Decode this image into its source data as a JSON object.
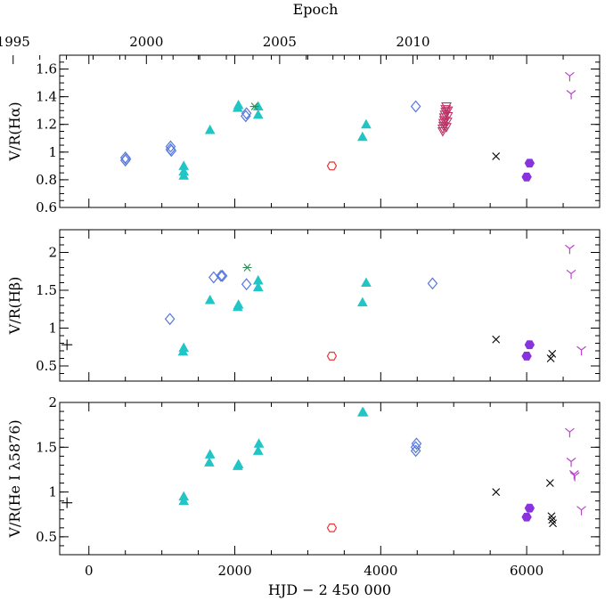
{
  "chart_data": {
    "type": "scatter",
    "top_axis": {
      "label": "Epoch",
      "ticks": [
        1995,
        2000,
        2005,
        2010
      ]
    },
    "x_axis": {
      "label": "HJD  −  2 450 000",
      "ticks": [
        0,
        2000,
        4000,
        6000
      ],
      "range": [
        -400,
        7000
      ]
    },
    "panels": [
      {
        "ylabel": "V/R(Hα)",
        "ylim": [
          0.6,
          1.7
        ],
        "yticks": [
          "0.6",
          "0.8",
          "1",
          "1.2",
          "1.4",
          "1.6"
        ],
        "series": [
          {
            "marker": "diamond",
            "color": "#5577dd",
            "points": [
              [
                500,
                0.94
              ],
              [
                500,
                0.96
              ],
              [
                510,
                0.95
              ],
              [
                1120,
                1.02
              ],
              [
                1120,
                1.04
              ],
              [
                1130,
                1.01
              ],
              [
                2150,
                1.26
              ],
              [
                2160,
                1.28
              ],
              [
                4480,
                1.33
              ]
            ]
          },
          {
            "marker": "triangle",
            "color": "#22c5c5",
            "points": [
              [
                1300,
                0.83
              ],
              [
                1300,
                0.86
              ],
              [
                1300,
                0.9
              ],
              [
                1660,
                1.16
              ],
              [
                2040,
                1.32
              ],
              [
                2050,
                1.34
              ],
              [
                2320,
                1.27
              ],
              [
                2320,
                1.33
              ],
              [
                3750,
                1.11
              ],
              [
                3800,
                1.2
              ]
            ]
          },
          {
            "marker": "asterisk",
            "color": "#2e8b57",
            "points": [
              [
                2270,
                1.33
              ]
            ]
          },
          {
            "marker": "hexagon-open",
            "color": "#ee3333",
            "points": [
              [
                3330,
                0.9
              ]
            ]
          },
          {
            "marker": "triangle-down-open",
            "color": "#bb3366",
            "points": [
              [
                4850,
                1.15
              ],
              [
                4850,
                1.17
              ],
              [
                4860,
                1.19
              ],
              [
                4860,
                1.21
              ],
              [
                4870,
                1.23
              ],
              [
                4870,
                1.25
              ],
              [
                4880,
                1.27
              ],
              [
                4890,
                1.29
              ],
              [
                4890,
                1.31
              ],
              [
                4900,
                1.33
              ],
              [
                4900,
                1.18
              ],
              [
                4910,
                1.22
              ],
              [
                4920,
                1.26
              ],
              [
                4920,
                1.3
              ]
            ]
          },
          {
            "marker": "cross",
            "color": "#000000",
            "points": [
              [
                5580,
                0.97
              ]
            ]
          },
          {
            "marker": "hexagon",
            "color": "#8833dd",
            "points": [
              [
                6000,
                0.82
              ],
              [
                6040,
                0.92
              ]
            ]
          },
          {
            "marker": "tripod",
            "color": "#bb44cc",
            "points": [
              [
                6590,
                1.55
              ],
              [
                6610,
                1.42
              ]
            ]
          }
        ]
      },
      {
        "ylabel": "V/R(Hβ)",
        "ylim": [
          0.3,
          2.3
        ],
        "yticks": [
          "0.5",
          "1",
          "1.5",
          "2"
        ],
        "series": [
          {
            "marker": "plus",
            "color": "#000000",
            "points": [
              [
                -300,
                0.78
              ]
            ]
          },
          {
            "marker": "diamond",
            "color": "#5577dd",
            "points": [
              [
                1110,
                1.12
              ],
              [
                1710,
                1.67
              ],
              [
                1810,
                1.69
              ],
              [
                1830,
                1.69
              ],
              [
                2160,
                1.58
              ],
              [
                4710,
                1.59
              ]
            ]
          },
          {
            "marker": "triangle",
            "color": "#22c5c5",
            "points": [
              [
                1290,
                0.69
              ],
              [
                1300,
                0.74
              ],
              [
                1660,
                1.37
              ],
              [
                2040,
                1.28
              ],
              [
                2050,
                1.31
              ],
              [
                2320,
                1.54
              ],
              [
                2320,
                1.63
              ],
              [
                3750,
                1.34
              ],
              [
                3800,
                1.6
              ]
            ]
          },
          {
            "marker": "asterisk",
            "color": "#2e8b57",
            "points": [
              [
                2170,
                1.8
              ]
            ]
          },
          {
            "marker": "hexagon-open",
            "color": "#ee3333",
            "points": [
              [
                3330,
                0.63
              ]
            ]
          },
          {
            "marker": "cross",
            "color": "#000000",
            "points": [
              [
                5580,
                0.85
              ],
              [
                6330,
                0.6
              ],
              [
                6350,
                0.66
              ]
            ]
          },
          {
            "marker": "hexagon",
            "color": "#8833dd",
            "points": [
              [
                6000,
                0.63
              ],
              [
                6040,
                0.78
              ]
            ]
          },
          {
            "marker": "tripod",
            "color": "#bb44cc",
            "points": [
              [
                6590,
                2.05
              ],
              [
                6610,
                1.72
              ],
              [
                6750,
                0.71
              ]
            ]
          }
        ]
      },
      {
        "ylabel": "V/R(He I  λ5876)",
        "ylim": [
          0.3,
          2.0
        ],
        "yticks": [
          "0.5",
          "1",
          "1.5",
          "2"
        ],
        "series": [
          {
            "marker": "plus",
            "color": "#000000",
            "points": [
              [
                -300,
                0.88
              ]
            ]
          },
          {
            "marker": "diamond",
            "color": "#5577dd",
            "points": [
              [
                4480,
                1.46
              ],
              [
                4480,
                1.5
              ],
              [
                4490,
                1.54
              ]
            ]
          },
          {
            "marker": "triangle",
            "color": "#22c5c5",
            "points": [
              [
                1300,
                0.9
              ],
              [
                1300,
                0.95
              ],
              [
                1650,
                1.33
              ],
              [
                1660,
                1.42
              ],
              [
                2040,
                1.29
              ],
              [
                2050,
                1.31
              ],
              [
                2320,
                1.46
              ],
              [
                2330,
                1.54
              ],
              [
                3750,
                1.89
              ],
              [
                3760,
                1.89
              ]
            ]
          },
          {
            "marker": "hexagon-open",
            "color": "#ee3333",
            "points": [
              [
                3330,
                0.6
              ]
            ]
          },
          {
            "marker": "cross",
            "color": "#000000",
            "points": [
              [
                5580,
                1.0
              ],
              [
                6320,
                1.1
              ],
              [
                6340,
                0.73
              ],
              [
                6350,
                0.69
              ],
              [
                6360,
                0.65
              ]
            ]
          },
          {
            "marker": "hexagon",
            "color": "#8833dd",
            "points": [
              [
                6000,
                0.72
              ],
              [
                6040,
                0.82
              ]
            ]
          },
          {
            "marker": "tripod",
            "color": "#bb44cc",
            "points": [
              [
                6590,
                1.67
              ],
              [
                6610,
                1.34
              ],
              [
                6650,
                1.2
              ],
              [
                6660,
                1.18
              ],
              [
                6750,
                0.8
              ]
            ]
          }
        ]
      }
    ]
  }
}
